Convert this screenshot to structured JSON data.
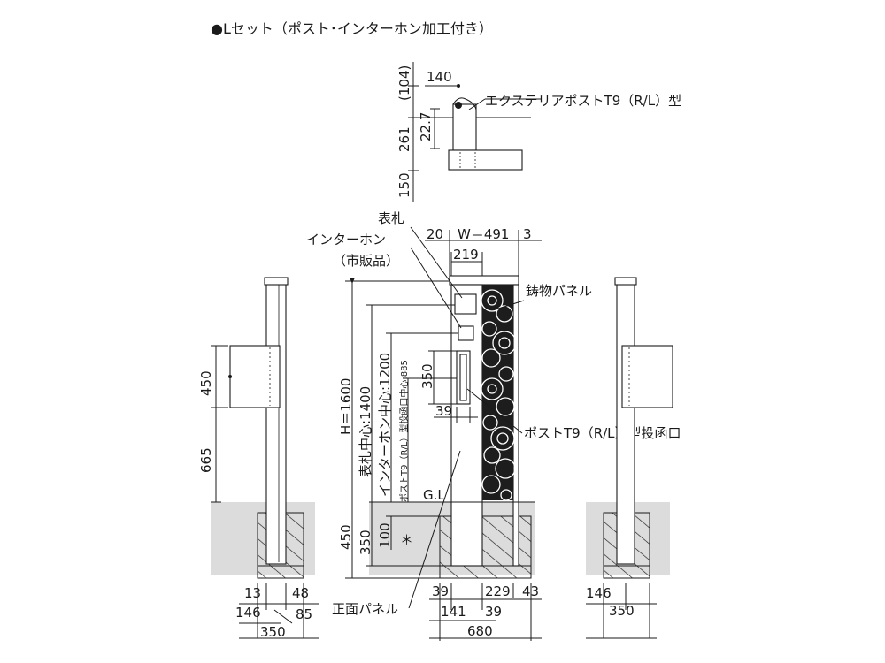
{
  "title": "●Lセット（ポスト･インターホン加工付き）",
  "top_view": {
    "post_model": "エクステリアポストT9（R/L）型",
    "dims": [
      "(104)",
      "140",
      "261",
      "22.7",
      "150"
    ]
  },
  "front_view": {
    "labels": {
      "nameplate": "表札",
      "intercom": "インターホン",
      "intercom_note": "（市販品）",
      "cast_panel": "鋳物パネル",
      "mail_slot": "ポストT9（R/L）型投函口",
      "front_panel": "正面パネル",
      "gl": "G.L"
    },
    "dims": {
      "w20": "20",
      "width": "W＝491",
      "w3": "3",
      "w219": "219",
      "height": "H＝1600",
      "nameplate_center": "表札中心:1400",
      "intercom_center": "インターホン中心:1200",
      "slot_center": "ポストT9（R/L）型投函口中心:885",
      "d350": "350",
      "d39": "39",
      "d450": "450",
      "d350b": "350",
      "d100": "100",
      "asterisk": "＊",
      "b39": "39",
      "b229": "229",
      "b43": "43",
      "b141": "141",
      "b39b": "39",
      "b680": "680"
    }
  },
  "left_view": {
    "dims": [
      "450",
      "665",
      "13",
      "48",
      "146",
      "85",
      "350"
    ]
  },
  "right_view": {
    "dims": [
      "146",
      "350"
    ]
  }
}
